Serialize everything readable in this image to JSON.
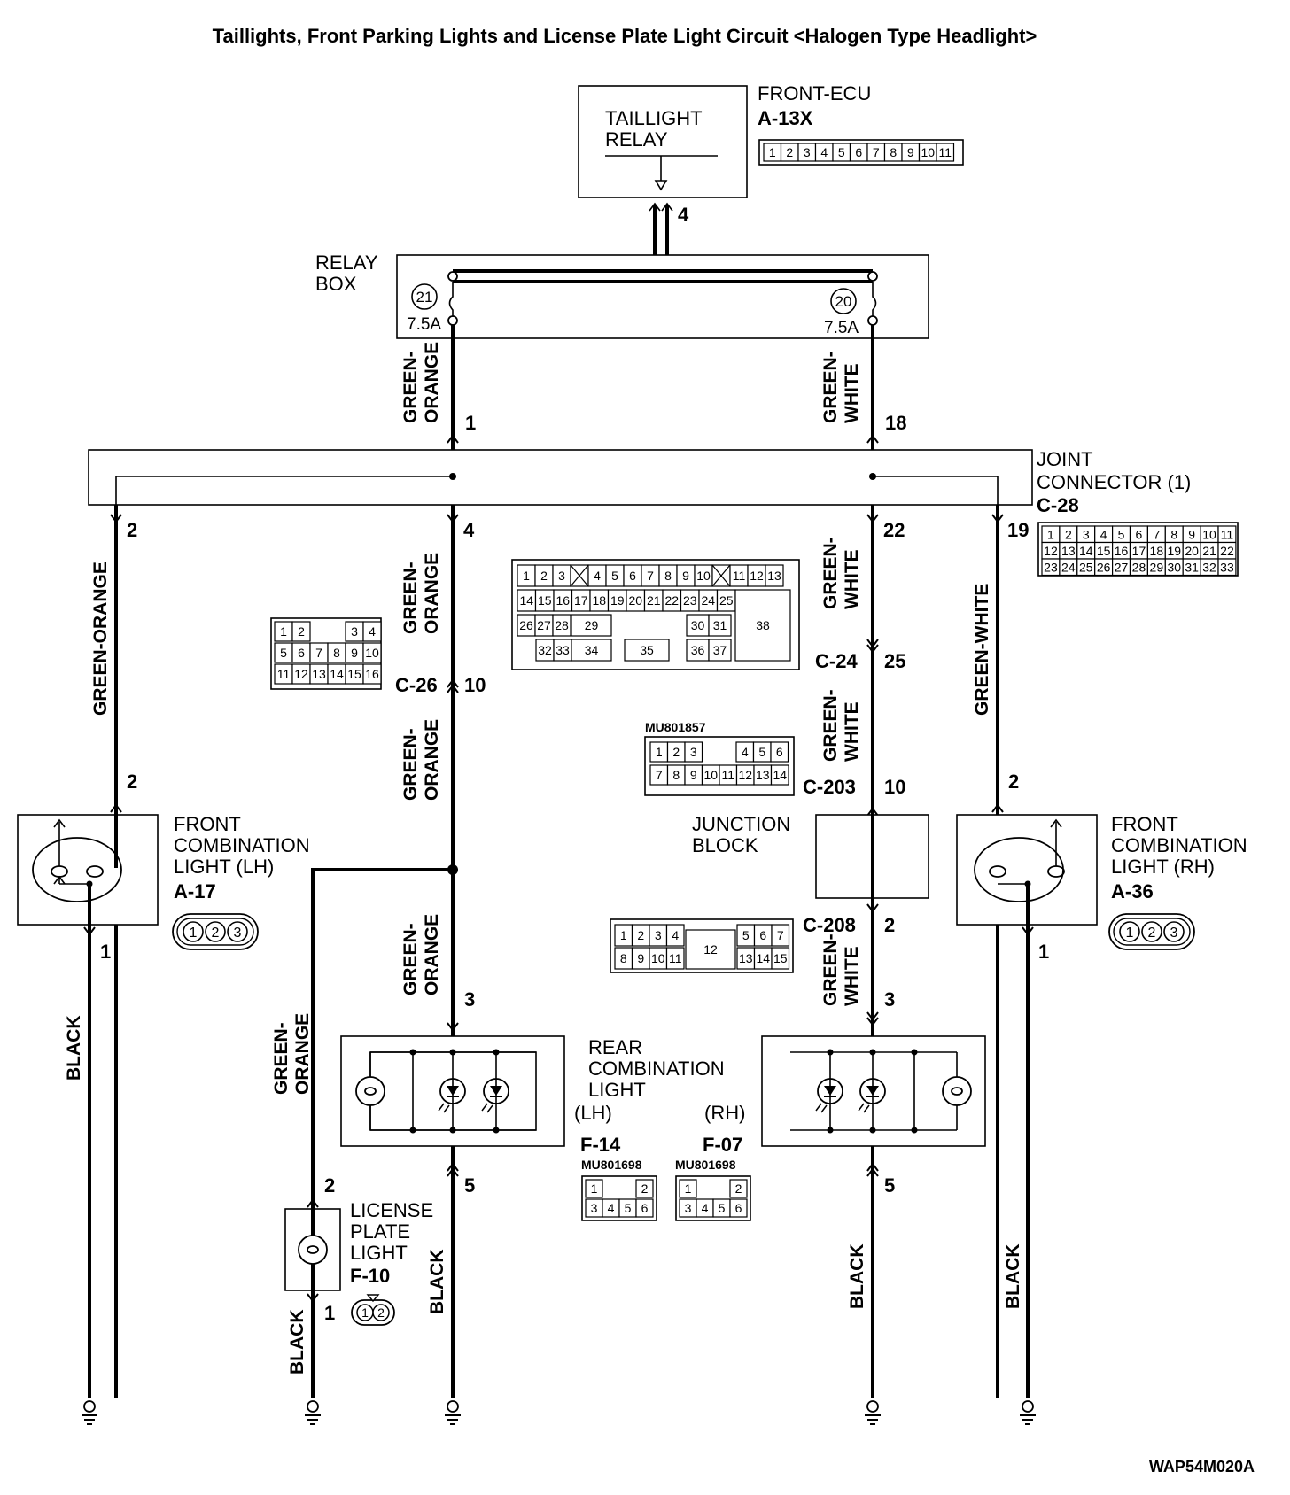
{
  "title": "Taillights, Front Parking Lights and License Plate Light Circuit <Halogen Type Headlight>",
  "footer_code": "WAP54M020A",
  "front_ecu": {
    "name": "FRONT-ECU",
    "code": "A-13X",
    "relay_line1": "TAILLIGHT",
    "relay_line2": "RELAY",
    "pin": "4",
    "pins": [
      "1",
      "2",
      "3",
      "4",
      "5",
      "6",
      "7",
      "8",
      "9",
      "10",
      "11"
    ]
  },
  "relay_box": {
    "line1": "RELAY",
    "line2": "BOX",
    "fuse_left_no": "21",
    "fuse_left_amp": "7.5A",
    "fuse_right_no": "20",
    "fuse_right_amp": "7.5A"
  },
  "joint_connector": {
    "line1": "JOINT",
    "line2": "CONNECTOR (1)",
    "code": "C-28",
    "pin_in_left": "1",
    "pin_in_right": "18",
    "pin_out_1": "2",
    "pin_out_2": "4",
    "pin_out_3": "22",
    "pin_out_4": "19",
    "rows": [
      [
        "1",
        "2",
        "3",
        "4",
        "5",
        "6",
        "7",
        "8",
        "9",
        "10",
        "11"
      ],
      [
        "12",
        "13",
        "14",
        "15",
        "16",
        "17",
        "18",
        "19",
        "20",
        "21",
        "22"
      ],
      [
        "23",
        "24",
        "25",
        "26",
        "27",
        "28",
        "29",
        "30",
        "31",
        "32",
        "33"
      ]
    ]
  },
  "wires": {
    "green_orange": "GREEN-ORANGE",
    "green_white": "GREEN-WHITE",
    "green_hyphen": "GREEN-",
    "orange": "ORANGE",
    "white": "WHITE",
    "black": "BLACK"
  },
  "c26": {
    "code": "C-26",
    "pin": "10",
    "rows": [
      [
        "1",
        "2",
        "",
        "3",
        "4"
      ],
      [
        "5",
        "6",
        "7",
        "8",
        "9",
        "10"
      ],
      [
        "11",
        "12",
        "13",
        "14",
        "15",
        "16"
      ]
    ]
  },
  "c24": {
    "code": "C-24",
    "pin": "25",
    "row1": [
      "1",
      "2",
      "3",
      "X",
      "4",
      "5",
      "6",
      "7",
      "8",
      "9",
      "10",
      "X",
      "11",
      "12",
      "13"
    ],
    "row2": [
      "14",
      "15",
      "16",
      "17",
      "18",
      "19",
      "20",
      "21",
      "22",
      "23",
      "24",
      "25"
    ],
    "row3": [
      "26",
      "27",
      "28",
      "29",
      "30",
      "31"
    ],
    "row4": [
      "32",
      "33",
      "34",
      "35",
      "36",
      "37"
    ],
    "big": "38"
  },
  "c203": {
    "code": "C-203",
    "pin": "10",
    "part": "MU801857",
    "row1": [
      "1",
      "2",
      "3",
      "4",
      "5",
      "6"
    ],
    "row2": [
      "7",
      "8",
      "9",
      "10",
      "11",
      "12",
      "13",
      "14"
    ]
  },
  "junction_block": {
    "line1": "JUNCTION",
    "line2": "BLOCK"
  },
  "c208": {
    "code": "C-208",
    "pin": "2",
    "row1": [
      "1",
      "2",
      "3",
      "4",
      "5",
      "6",
      "7"
    ],
    "row2": [
      "8",
      "9",
      "10",
      "11",
      "13",
      "14",
      "15"
    ],
    "mid": "12"
  },
  "front_lh": {
    "line1": "FRONT",
    "line2": "COMBINATION",
    "line3": "LIGHT (LH)",
    "code": "A-17",
    "pin_in": "2",
    "pin_gnd": "1",
    "pins": [
      "1",
      "2",
      "3"
    ]
  },
  "front_rh": {
    "line1": "FRONT",
    "line2": "COMBINATION",
    "line3": "LIGHT (RH)",
    "code": "A-36",
    "pin_in": "2",
    "pin_gnd": "1",
    "pins": [
      "1",
      "2",
      "3"
    ]
  },
  "rear": {
    "line1": "REAR",
    "line2": "COMBINATION",
    "line3": "LIGHT",
    "lh": "(LH)",
    "rh": "(RH)",
    "code_lh": "F-14",
    "code_rh": "F-07",
    "part_lh": "MU801698",
    "part_rh": "MU801698",
    "pin_in_lh": "3",
    "pin_gnd_lh": "5",
    "pin_in_rh": "3",
    "pin_gnd_rh": "5",
    "conn_rows": [
      [
        "1",
        "2"
      ],
      [
        "3",
        "4",
        "5",
        "6"
      ]
    ]
  },
  "license": {
    "line1": "LICENSE",
    "line2": "PLATE",
    "line3": "LIGHT",
    "code": "F-10",
    "pin_in": "2",
    "pin_gnd": "1",
    "pins": [
      "1",
      "2"
    ]
  }
}
